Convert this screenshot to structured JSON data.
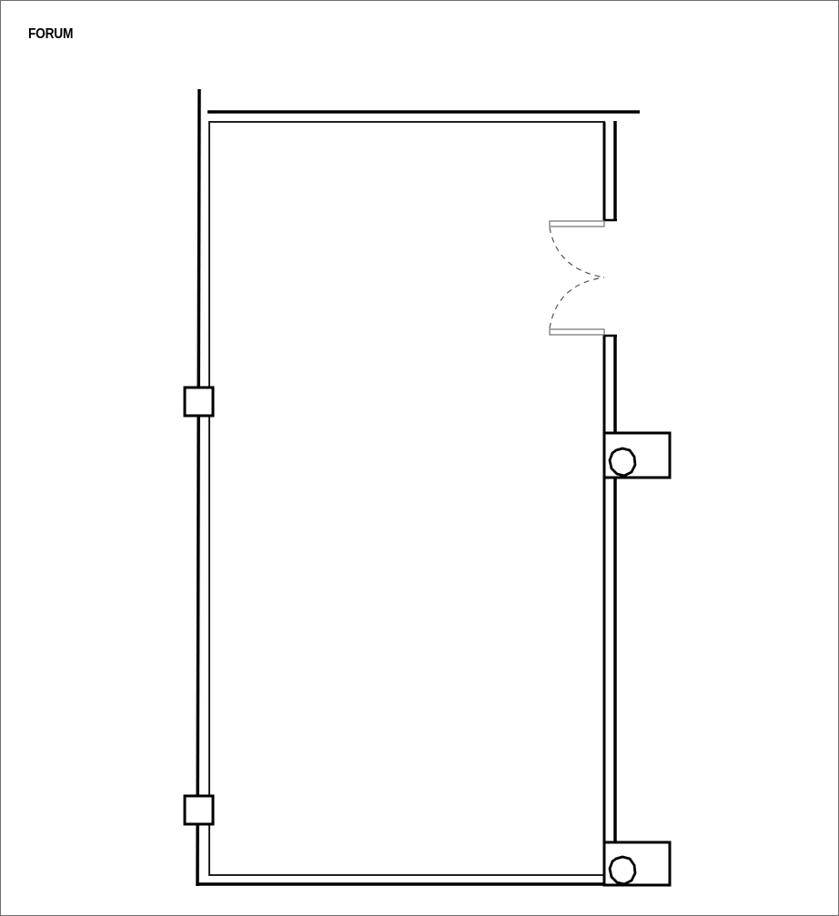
{
  "diagram": {
    "title": "FORUM",
    "type": "floor-plan",
    "colors": {
      "wall": "#000000",
      "inner_wall": "#1a1a1a",
      "door_leaf": "#6f6f6f",
      "frame_border": "#6f6f6f",
      "background": "#ffffff"
    },
    "elements": {
      "room": "rectangular room",
      "double_door": "double swing door on right wall",
      "columns": [
        "left column upper",
        "left column lower"
      ],
      "equipment_boxes": [
        "right box with octagon upper",
        "right box with octagon lower"
      ]
    }
  }
}
